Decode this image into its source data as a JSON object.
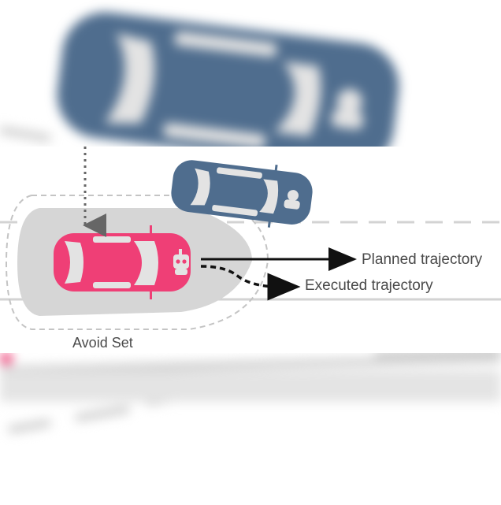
{
  "labels": {
    "planned_trajectory": "Planned trajectory",
    "executed_trajectory": "Executed trajectory",
    "avoid_set": "Avoid Set"
  },
  "colors": {
    "ego_car": "#ef3f76",
    "other_car": "#4f6d8e",
    "avoid_set_fill": "#d6d6d6",
    "road_line": "#d0d0d0",
    "arrow": "#111111",
    "dotted_arrow": "#666666"
  },
  "icons": {
    "ego_car": "car-icon",
    "other_car": "car-icon",
    "driver": "person-icon",
    "robot": "robot-icon"
  }
}
